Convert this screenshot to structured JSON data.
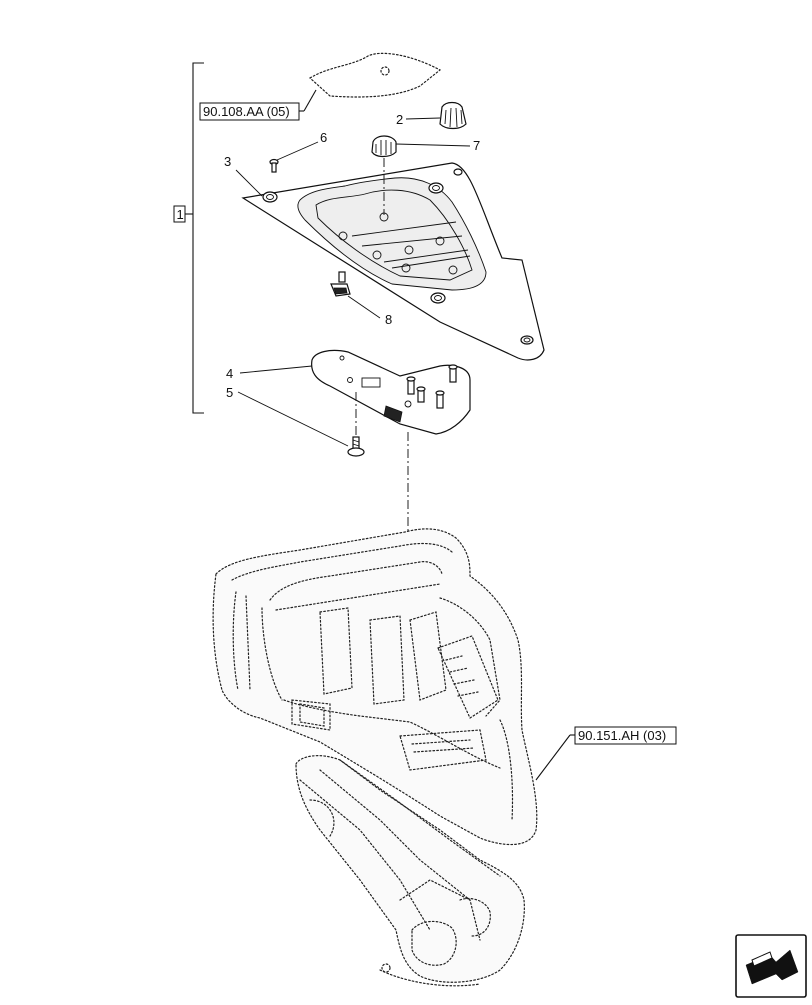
{
  "callouts": {
    "c1": "1",
    "c2": "2",
    "c3": "3",
    "c4": "4",
    "c5": "5",
    "c6": "6",
    "c7": "7",
    "c8": "8"
  },
  "references": {
    "ref_top": "90.108.AA (05)",
    "ref_bottom": "90.151.AH (03)"
  },
  "nav_icon": "next-page-arrow-icon"
}
